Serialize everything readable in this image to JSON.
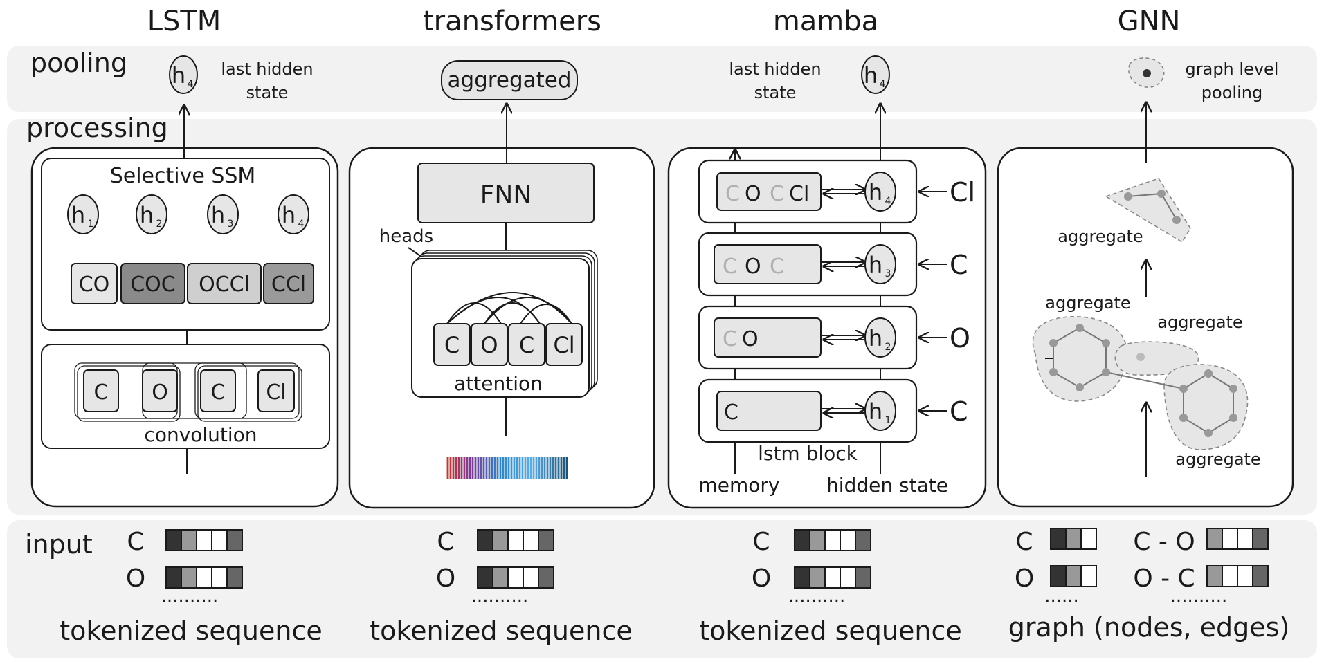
{
  "columns": {
    "lstm": "LSTM",
    "transformers": "transformers",
    "mamba": "mamba",
    "gnn": "GNN"
  },
  "rows": {
    "pooling": "pooling",
    "processing": "processing",
    "input": "input"
  },
  "pooling": {
    "lstm_node": "h",
    "lstm_sub": "4",
    "lstm_caption_1": "last hidden",
    "lstm_caption_2": "state",
    "transformers_node": "aggregated",
    "mamba_caption_1": "last hidden",
    "mamba_caption_2": "state",
    "mamba_node": "h",
    "mamba_sub": "4",
    "gnn_caption_1": "graph level",
    "gnn_caption_2": "pooling"
  },
  "lstm_panel": {
    "ssm_title": "Selective  SSM",
    "hidden": [
      {
        "h": "h",
        "sub": "1"
      },
      {
        "h": "h",
        "sub": "2"
      },
      {
        "h": "h",
        "sub": "3"
      },
      {
        "h": "h",
        "sub": "4"
      }
    ],
    "tokens": [
      "CO",
      "COC",
      "OCCl",
      "CCl"
    ],
    "conv_tokens": [
      "C",
      "O",
      "C",
      "Cl"
    ],
    "conv_label": "convolution"
  },
  "transformers_panel": {
    "fnn": "FNN",
    "heads": "heads",
    "tokens": [
      "C",
      "O",
      "C",
      "Cl"
    ],
    "attention": "attention"
  },
  "mamba_panel": {
    "rows": [
      {
        "memory": [
          "C",
          "O",
          "C",
          "Cl"
        ],
        "h": "h",
        "sub": "4",
        "input": "Cl"
      },
      {
        "memory": [
          "C",
          "O",
          "C"
        ],
        "h": "h",
        "sub": "3",
        "input": "C"
      },
      {
        "memory": [
          "C",
          "O"
        ],
        "h": "h",
        "sub": "2",
        "input": "O"
      },
      {
        "memory": [
          "C"
        ],
        "h": "h",
        "sub": "1",
        "input": "C"
      }
    ],
    "block_label": "lstm block",
    "memory_label": "memory",
    "hidden_label": "hidden state"
  },
  "gnn_panel": {
    "aggregate_top": "aggregate",
    "aggregate_left": "aggregate",
    "aggregate_mid": "aggregate",
    "aggregate_bottom": "aggregate"
  },
  "inputs": {
    "seq_token_1": "C",
    "seq_token_2": "O",
    "dots": "..........",
    "seq_caption": "tokenized sequence",
    "gnn_node_1": "C",
    "gnn_node_2": "O",
    "gnn_edge_1": "C - O",
    "gnn_edge_2": "O - C",
    "gnn_dots_nodes": "......",
    "gnn_dots_edges": "..........",
    "gnn_caption": "graph (nodes, edges)"
  },
  "colors": {
    "band": "#f2f2f2",
    "light_token": "#e6e6e6",
    "mid_token": "#cfcfcf",
    "dark_token": "#8a8a8a",
    "faded_text": "#a8a8a8",
    "node_grey": "#9a9a9a"
  }
}
